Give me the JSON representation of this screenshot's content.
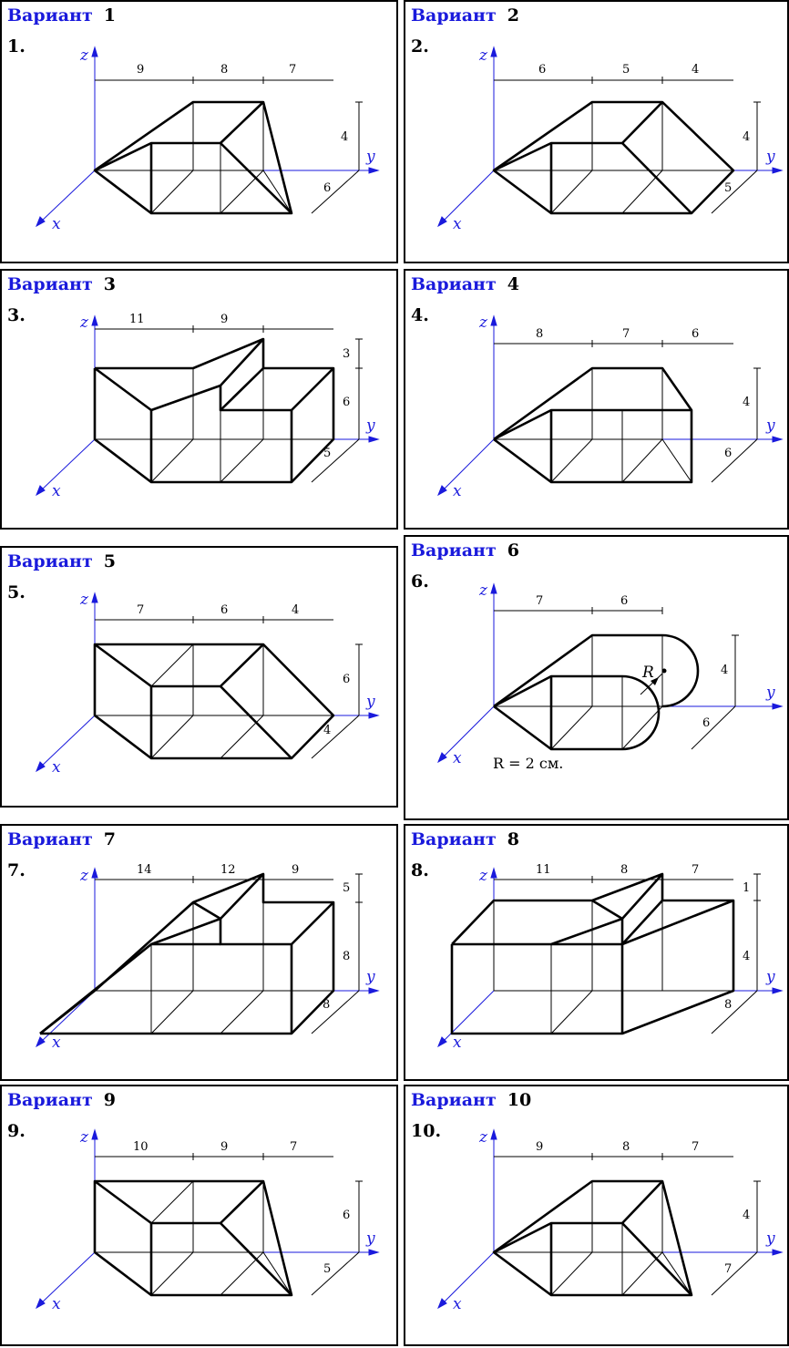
{
  "variants": [
    {
      "title": "Вариант",
      "num": "1",
      "label": "1.",
      "dims_top": [
        "9",
        "8",
        "7"
      ],
      "dim_height": "4",
      "dim_depth": "6"
    },
    {
      "title": "Вариант",
      "num": "2",
      "label": "2.",
      "dims_top": [
        "6",
        "5",
        "4"
      ],
      "dim_height": "4",
      "dim_depth": "5"
    },
    {
      "title": "Вариант",
      "num": "3",
      "label": "3.",
      "dims_top": [
        "11",
        "9"
      ],
      "dim_height_top": "3",
      "dim_height": "6",
      "dim_depth": "5"
    },
    {
      "title": "Вариант",
      "num": "4",
      "label": "4.",
      "dims_top": [
        "8",
        "7",
        "6"
      ],
      "dim_height": "4",
      "dim_depth": "6"
    },
    {
      "title": "Вариант",
      "num": "5",
      "label": "5.",
      "dims_top": [
        "7",
        "6",
        "4"
      ],
      "dim_height": "6",
      "dim_depth": "4"
    },
    {
      "title": "Вариант",
      "num": "6",
      "label": "6.",
      "dims_top": [
        "7",
        "6"
      ],
      "dim_height": "4",
      "dim_depth": "6",
      "radius_label": "R",
      "note": "R = 2 см."
    },
    {
      "title": "Вариант",
      "num": "7",
      "label": "7.",
      "dims_top": [
        "14",
        "12",
        "9"
      ],
      "dim_height_top": "5",
      "dim_height": "8",
      "dim_depth": "8"
    },
    {
      "title": "Вариант",
      "num": "8",
      "label": "8.",
      "dims_top": [
        "11",
        "8",
        "7"
      ],
      "dim_height_top": "1",
      "dim_height": "4",
      "dim_depth": "8"
    },
    {
      "title": "Вариант",
      "num": "9",
      "label": "9.",
      "dims_top": [
        "10",
        "9",
        "7"
      ],
      "dim_height": "6",
      "dim_depth": "5"
    },
    {
      "title": "Вариант",
      "num": "10",
      "label": "10.",
      "dims_top": [
        "9",
        "8",
        "7"
      ],
      "dim_height": "4",
      "dim_depth": "7"
    }
  ],
  "axes": {
    "x": "x",
    "y": "y",
    "z": "z"
  },
  "colors": {
    "title": "#1a1adc",
    "axis": "#1a1adc",
    "line": "#000000"
  }
}
